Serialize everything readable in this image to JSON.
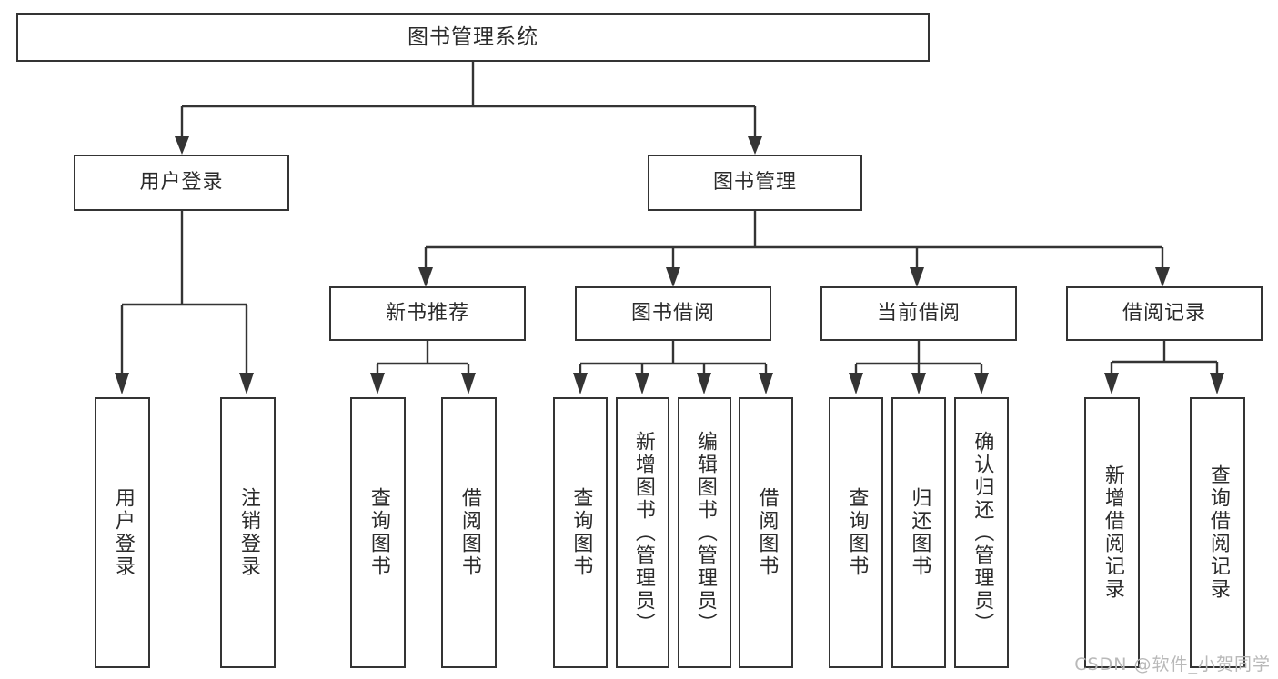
{
  "diagram": {
    "type": "hierarchy-tree",
    "title": "图书管理系统",
    "watermark": "CSDN @软件_小贺同学",
    "colors": {
      "stroke": "#343434",
      "background": "#ffffff",
      "text": "#2b2b2b",
      "watermark": "#b9b9b9"
    },
    "nodes": {
      "root": {
        "label": "图书管理系统"
      },
      "level2": [
        {
          "label": "用户登录"
        },
        {
          "label": "图书管理"
        }
      ],
      "level3": [
        {
          "label": "新书推荐"
        },
        {
          "label": "图书借阅"
        },
        {
          "label": "当前借阅"
        },
        {
          "label": "借阅记录"
        }
      ],
      "leaves": {
        "user_login": [
          {
            "label": "用户登录"
          },
          {
            "label": "注销登录"
          }
        ],
        "new_book": [
          {
            "label": "查询图书"
          },
          {
            "label": "借阅图书"
          }
        ],
        "book_borrow": [
          {
            "label": "查询图书"
          },
          {
            "label": "新增图书（管理员）"
          },
          {
            "label": "编辑图书（管理员）"
          },
          {
            "label": "借阅图书"
          }
        ],
        "current_borrow": [
          {
            "label": "查询图书"
          },
          {
            "label": "归还图书"
          },
          {
            "label": "确认归还（管理员）"
          }
        ],
        "borrow_record": [
          {
            "label": "新增借阅记录"
          },
          {
            "label": "查询借阅记录"
          }
        ]
      }
    }
  }
}
